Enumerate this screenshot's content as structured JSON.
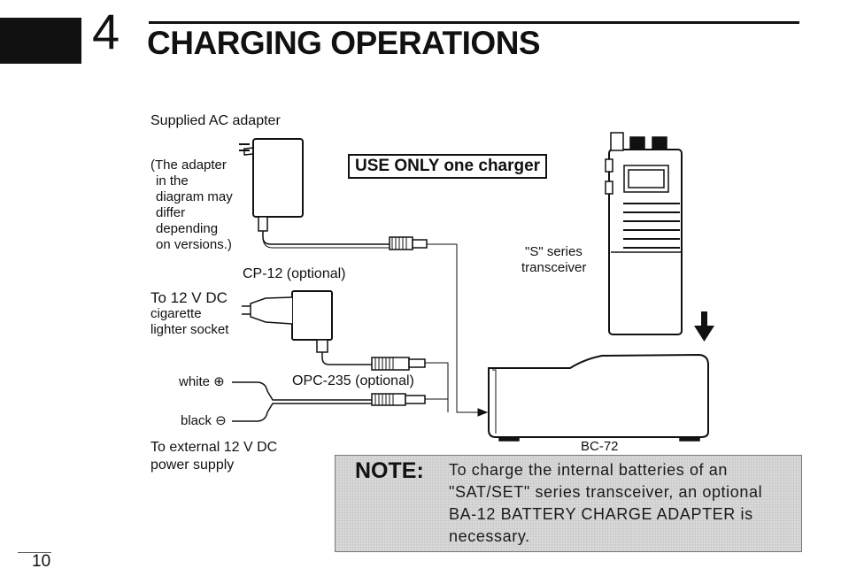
{
  "chapter": {
    "number": "4",
    "title": "CHARGING OPERATIONS"
  },
  "ac_adapter": {
    "label": "Supplied AC adapter",
    "note_lines": [
      "(The adapter",
      "in the",
      "diagram may",
      "differ",
      "depending",
      "on versions.)"
    ]
  },
  "warning": "USE ONLY one charger",
  "cp12": {
    "label": "CP-12 (optional)",
    "desc_lines": [
      "To 12 V DC",
      "cigarette",
      "lighter socket"
    ]
  },
  "opc235": {
    "label": "OPC-235 (optional)",
    "white": "white ⊕",
    "black": "black ⊖",
    "desc_lines": [
      "To external 12 V DC",
      "power supply"
    ]
  },
  "transceiver": {
    "lines": [
      "\"S\" series",
      "transceiver"
    ]
  },
  "charger": {
    "label": "BC-72"
  },
  "note": {
    "head": "NOTE:",
    "lines": [
      "To charge the internal batteries of an",
      "\"SAT/SET\" series transceiver, an optional",
      "BA-12 BATTERY CHARGE ADAPTER is",
      "necessary."
    ]
  },
  "page_number": "10"
}
